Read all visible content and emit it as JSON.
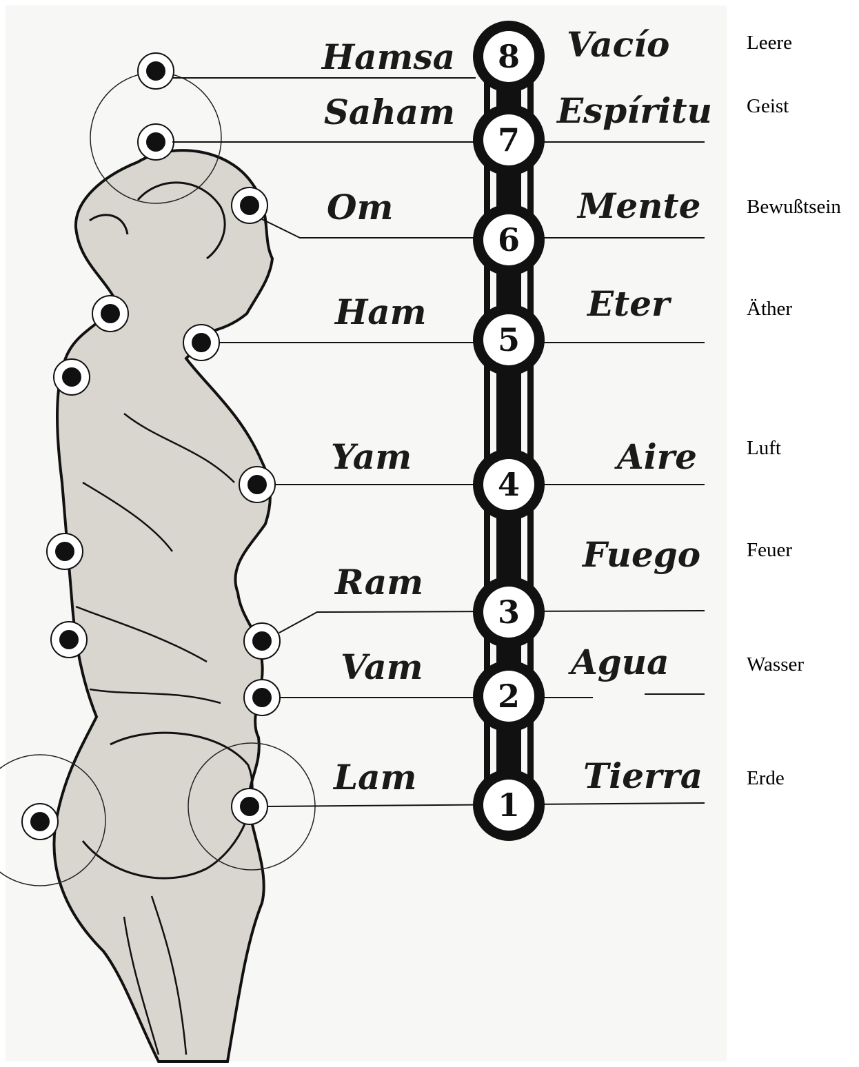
{
  "levels": [
    {
      "number": "8",
      "mantra": "Hamsa",
      "element_es": "Vacío",
      "element_de": "Leere"
    },
    {
      "number": "7",
      "mantra": "Saham",
      "element_es": "Espíritu",
      "element_de": "Geist"
    },
    {
      "number": "6",
      "mantra": "Om",
      "element_es": "Mente",
      "element_de": "Bewußtsein"
    },
    {
      "number": "5",
      "mantra": "Ham",
      "element_es": "Eter",
      "element_de": "Äther"
    },
    {
      "number": "4",
      "mantra": "Yam",
      "element_es": "Aire",
      "element_de": "Luft"
    },
    {
      "number": "3",
      "mantra": "Ram",
      "element_es": "Fuego",
      "element_de": "Feuer"
    },
    {
      "number": "2",
      "mantra": "Vam",
      "element_es": "Agua",
      "element_de": "Wasser"
    },
    {
      "number": "1",
      "mantra": "Lam",
      "element_es": "Tierra",
      "element_de": "Erde"
    }
  ],
  "colors": {
    "ink": "#111111",
    "paper": "#f7f7f5"
  }
}
